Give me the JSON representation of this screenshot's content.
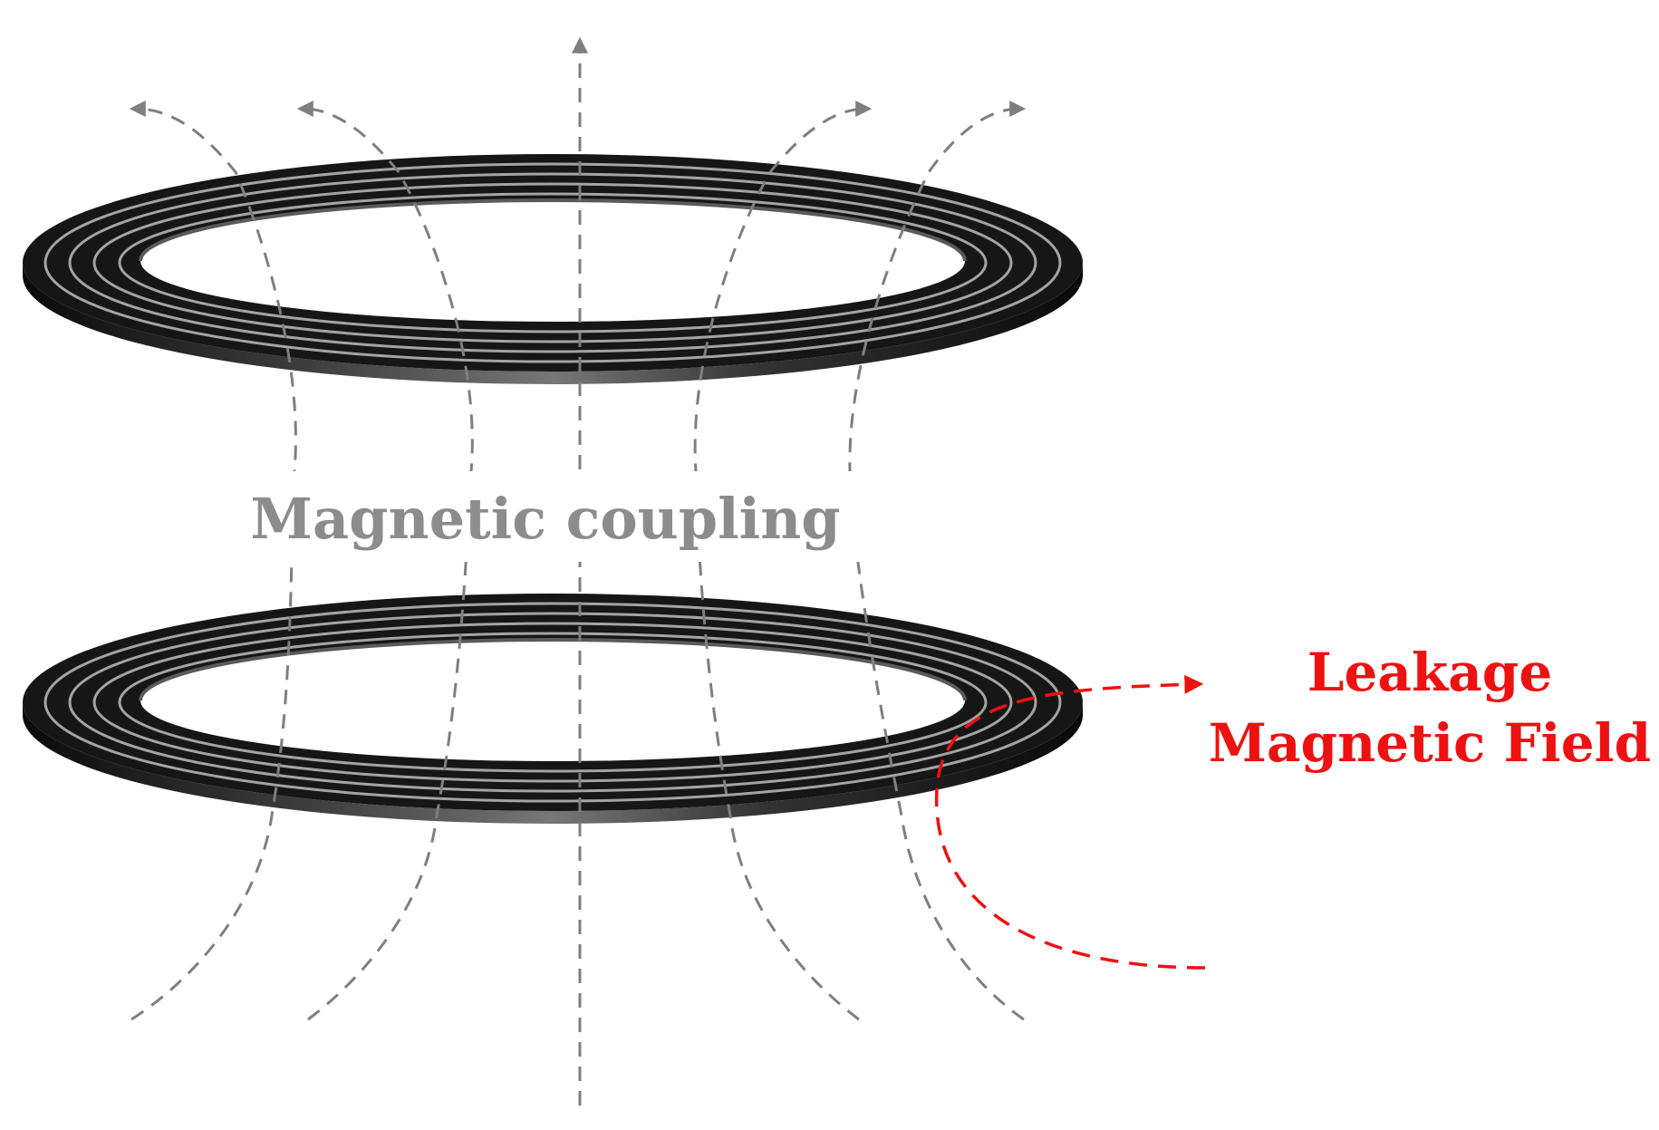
{
  "labels": {
    "coupling": "Magnetic coupling",
    "leakage_line1": "Leakage",
    "leakage_line2": "Magnetic Field"
  },
  "colors": {
    "coupling_label": "#8c8c8c",
    "field_lines": "#7f7f7f",
    "leakage": "#ee1111",
    "coil_dark": "#141414",
    "coil_highlight": "#9a9a9a"
  },
  "coils": {
    "count": 2,
    "turns_per_coil": 4
  }
}
